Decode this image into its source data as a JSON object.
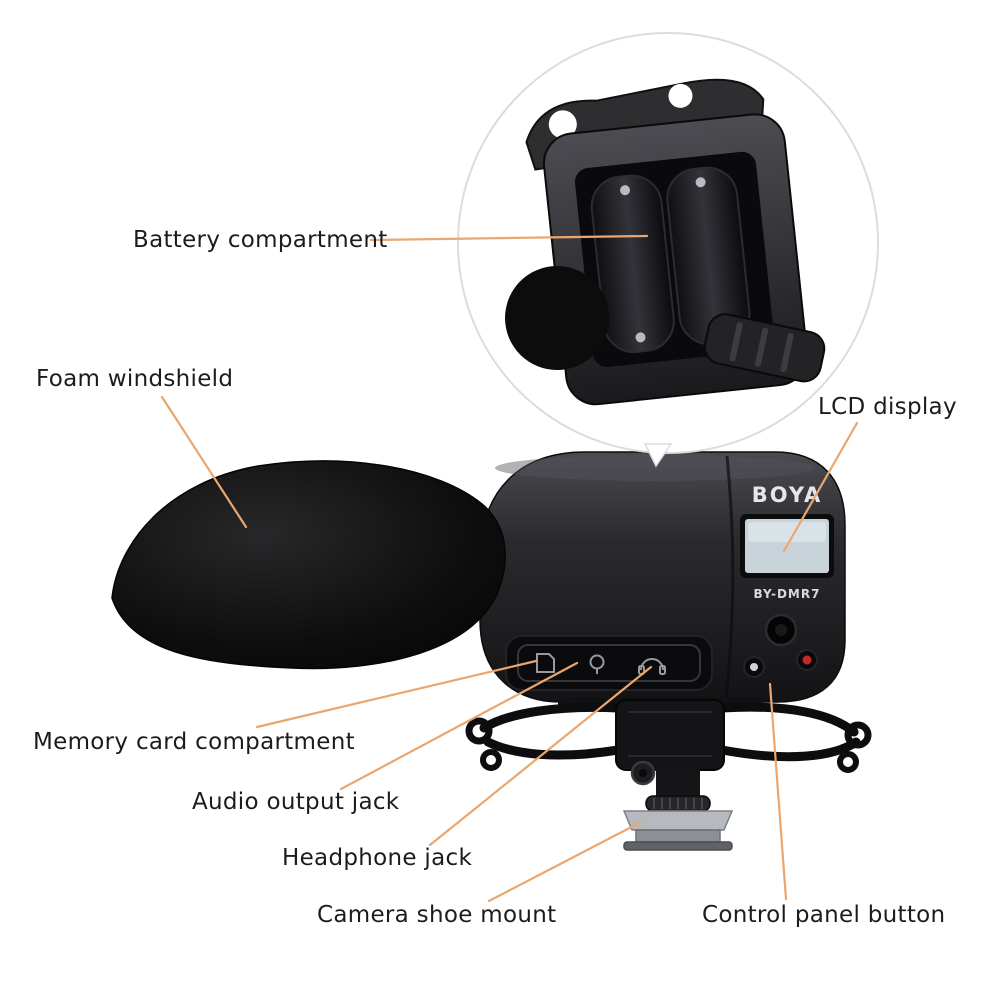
{
  "product": {
    "brand": "BOYA",
    "model": "BY-DMR7"
  },
  "labels": {
    "battery": "Battery compartment",
    "foam": "Foam windshield",
    "lcd": "LCD display",
    "memory": "Memory card compartment",
    "audio": "Audio output jack",
    "headphone": "Headphone jack",
    "shoe": "Camera shoe mount",
    "control": "Control panel button"
  },
  "colors": {
    "leader_line": "#EBA66E",
    "label_text": "#1c1c1c",
    "device_body": "#1c1c1e",
    "lcd_screen": "#c7d3d8"
  }
}
